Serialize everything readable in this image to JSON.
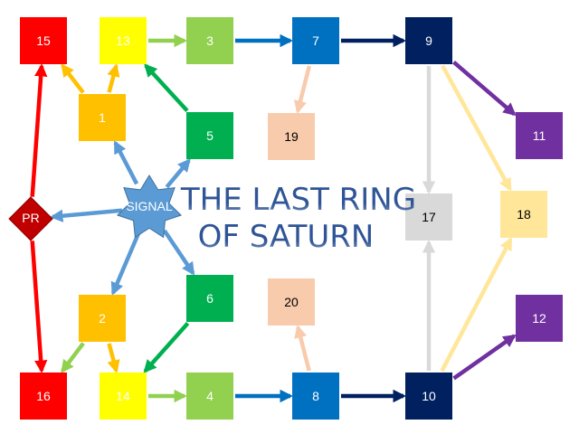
{
  "title_lines": [
    "THE LAST RING",
    "OF SATURN"
  ],
  "colors": {
    "red": "#ff0000",
    "dark_red": "#c00000",
    "yellow": "#ffff00",
    "orange": "#ffc000",
    "light_green": "#92d050",
    "green": "#00b050",
    "blue": "#0070c0",
    "navy": "#002060",
    "purple": "#7030a0",
    "peach": "#f8cbad",
    "light_gray": "#d9d9d9",
    "light_yellow": "#ffe699",
    "signal_blue": "#5b9bd5",
    "title_blue": "#2f5597"
  },
  "nodes": [
    {
      "id": "15",
      "label": "15",
      "shape": "square",
      "fill": "#ff0000",
      "text_color": "#ffffff"
    },
    {
      "id": "13",
      "label": "13",
      "shape": "square",
      "fill": "#ffff00",
      "text_color": "#ffffff"
    },
    {
      "id": "3",
      "label": "3",
      "shape": "square",
      "fill": "#92d050",
      "text_color": "#ffffff"
    },
    {
      "id": "7",
      "label": "7",
      "shape": "square",
      "fill": "#0070c0",
      "text_color": "#ffffff"
    },
    {
      "id": "9",
      "label": "9",
      "shape": "square",
      "fill": "#002060",
      "text_color": "#ffffff"
    },
    {
      "id": "1",
      "label": "1",
      "shape": "square",
      "fill": "#ffc000",
      "text_color": "#ffffff"
    },
    {
      "id": "5",
      "label": "5",
      "shape": "square",
      "fill": "#00b050",
      "text_color": "#ffffff"
    },
    {
      "id": "19",
      "label": "19",
      "shape": "square",
      "fill": "#f8cbad",
      "text_color": "#000000"
    },
    {
      "id": "11",
      "label": "11",
      "shape": "square",
      "fill": "#7030a0",
      "text_color": "#ffffff"
    },
    {
      "id": "PR",
      "label": "PR",
      "shape": "diamond",
      "fill": "#c00000",
      "text_color": "#ffffff"
    },
    {
      "id": "SIGNAL",
      "label": "SIGNAL",
      "shape": "star",
      "fill": "#5b9bd5",
      "text_color": "#ffffff"
    },
    {
      "id": "17",
      "label": "17",
      "shape": "square",
      "fill": "#d9d9d9",
      "text_color": "#000000"
    },
    {
      "id": "18",
      "label": "18",
      "shape": "square",
      "fill": "#ffe699",
      "text_color": "#000000"
    },
    {
      "id": "2",
      "label": "2",
      "shape": "square",
      "fill": "#ffc000",
      "text_color": "#ffffff"
    },
    {
      "id": "6",
      "label": "6",
      "shape": "square",
      "fill": "#00b050",
      "text_color": "#ffffff"
    },
    {
      "id": "20",
      "label": "20",
      "shape": "square",
      "fill": "#f8cbad",
      "text_color": "#000000"
    },
    {
      "id": "12",
      "label": "12",
      "shape": "square",
      "fill": "#7030a0",
      "text_color": "#ffffff"
    },
    {
      "id": "16",
      "label": "16",
      "shape": "square",
      "fill": "#ff0000",
      "text_color": "#ffffff"
    },
    {
      "id": "14",
      "label": "14",
      "shape": "square",
      "fill": "#ffff00",
      "text_color": "#ffffff"
    },
    {
      "id": "4",
      "label": "4",
      "shape": "square",
      "fill": "#92d050",
      "text_color": "#ffffff"
    },
    {
      "id": "8",
      "label": "8",
      "shape": "square",
      "fill": "#0070c0",
      "text_color": "#ffffff"
    },
    {
      "id": "10",
      "label": "10",
      "shape": "square",
      "fill": "#002060",
      "text_color": "#ffffff"
    }
  ],
  "edges": [
    {
      "from": "PR",
      "to": "15",
      "color": "#ff0000"
    },
    {
      "from": "PR",
      "to": "16",
      "color": "#ff0000"
    },
    {
      "from": "SIGNAL",
      "to": "PR",
      "color": "#5b9bd5"
    },
    {
      "from": "SIGNAL",
      "to": "1",
      "color": "#5b9bd5"
    },
    {
      "from": "SIGNAL",
      "to": "5",
      "color": "#5b9bd5"
    },
    {
      "from": "SIGNAL",
      "to": "2",
      "color": "#5b9bd5"
    },
    {
      "from": "SIGNAL",
      "to": "6",
      "color": "#5b9bd5"
    },
    {
      "from": "1",
      "to": "15",
      "color": "#ffc000"
    },
    {
      "from": "1",
      "to": "13",
      "color": "#ffc000"
    },
    {
      "from": "5",
      "to": "13",
      "color": "#00b050"
    },
    {
      "from": "13",
      "to": "3",
      "color": "#92d050"
    },
    {
      "from": "3",
      "to": "7",
      "color": "#0070c0"
    },
    {
      "from": "7",
      "to": "9",
      "color": "#002060"
    },
    {
      "from": "7",
      "to": "19",
      "color": "#f8cbad"
    },
    {
      "from": "9",
      "to": "11",
      "color": "#7030a0"
    },
    {
      "from": "9",
      "to": "17",
      "color": "#d9d9d9"
    },
    {
      "from": "9",
      "to": "18",
      "color": "#ffe699"
    },
    {
      "from": "2",
      "to": "16",
      "color": "#92d050"
    },
    {
      "from": "2",
      "to": "14",
      "color": "#ffc000"
    },
    {
      "from": "6",
      "to": "14",
      "color": "#00b050"
    },
    {
      "from": "14",
      "to": "4",
      "color": "#92d050"
    },
    {
      "from": "4",
      "to": "8",
      "color": "#0070c0"
    },
    {
      "from": "8",
      "to": "10",
      "color": "#002060"
    },
    {
      "from": "8",
      "to": "20",
      "color": "#f8cbad"
    },
    {
      "from": "10",
      "to": "12",
      "color": "#7030a0"
    },
    {
      "from": "10",
      "to": "17",
      "color": "#d9d9d9"
    },
    {
      "from": "10",
      "to": "18",
      "color": "#ffe699"
    }
  ]
}
